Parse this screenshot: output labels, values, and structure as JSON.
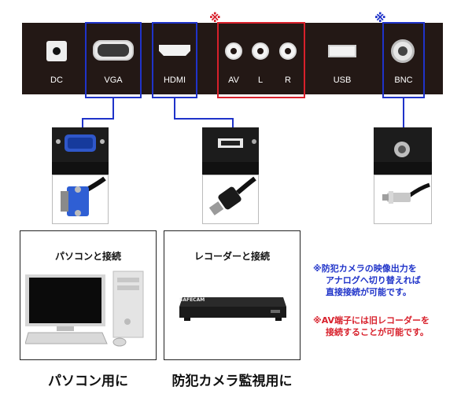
{
  "ports": {
    "dc": "DC",
    "vga": "VGA",
    "hdmi": "HDMI",
    "av": "AV",
    "l": "L",
    "r": "R",
    "usb": "USB",
    "bnc": "BNC"
  },
  "marks": {
    "av_mark": "※",
    "bnc_mark": "※"
  },
  "boxes": {
    "pc_title": "パソコンと接続",
    "recorder_title": "レコーダーと接続",
    "recorder_brand": "SAFECAM"
  },
  "captions": {
    "pc": "パソコン用に",
    "camera": "防犯カメラ監視用に"
  },
  "notes": {
    "blue_1": "※防犯カメラの映像出力を",
    "blue_2": "アナログへ切り替えれば",
    "blue_3": "直接接続が可能です。",
    "red_1": "※AV端子には旧レコーダーを",
    "red_2": "接続することが可能です。"
  },
  "colors": {
    "blue": "#1f33c9",
    "red": "#d8202b",
    "panel": "#231815"
  }
}
